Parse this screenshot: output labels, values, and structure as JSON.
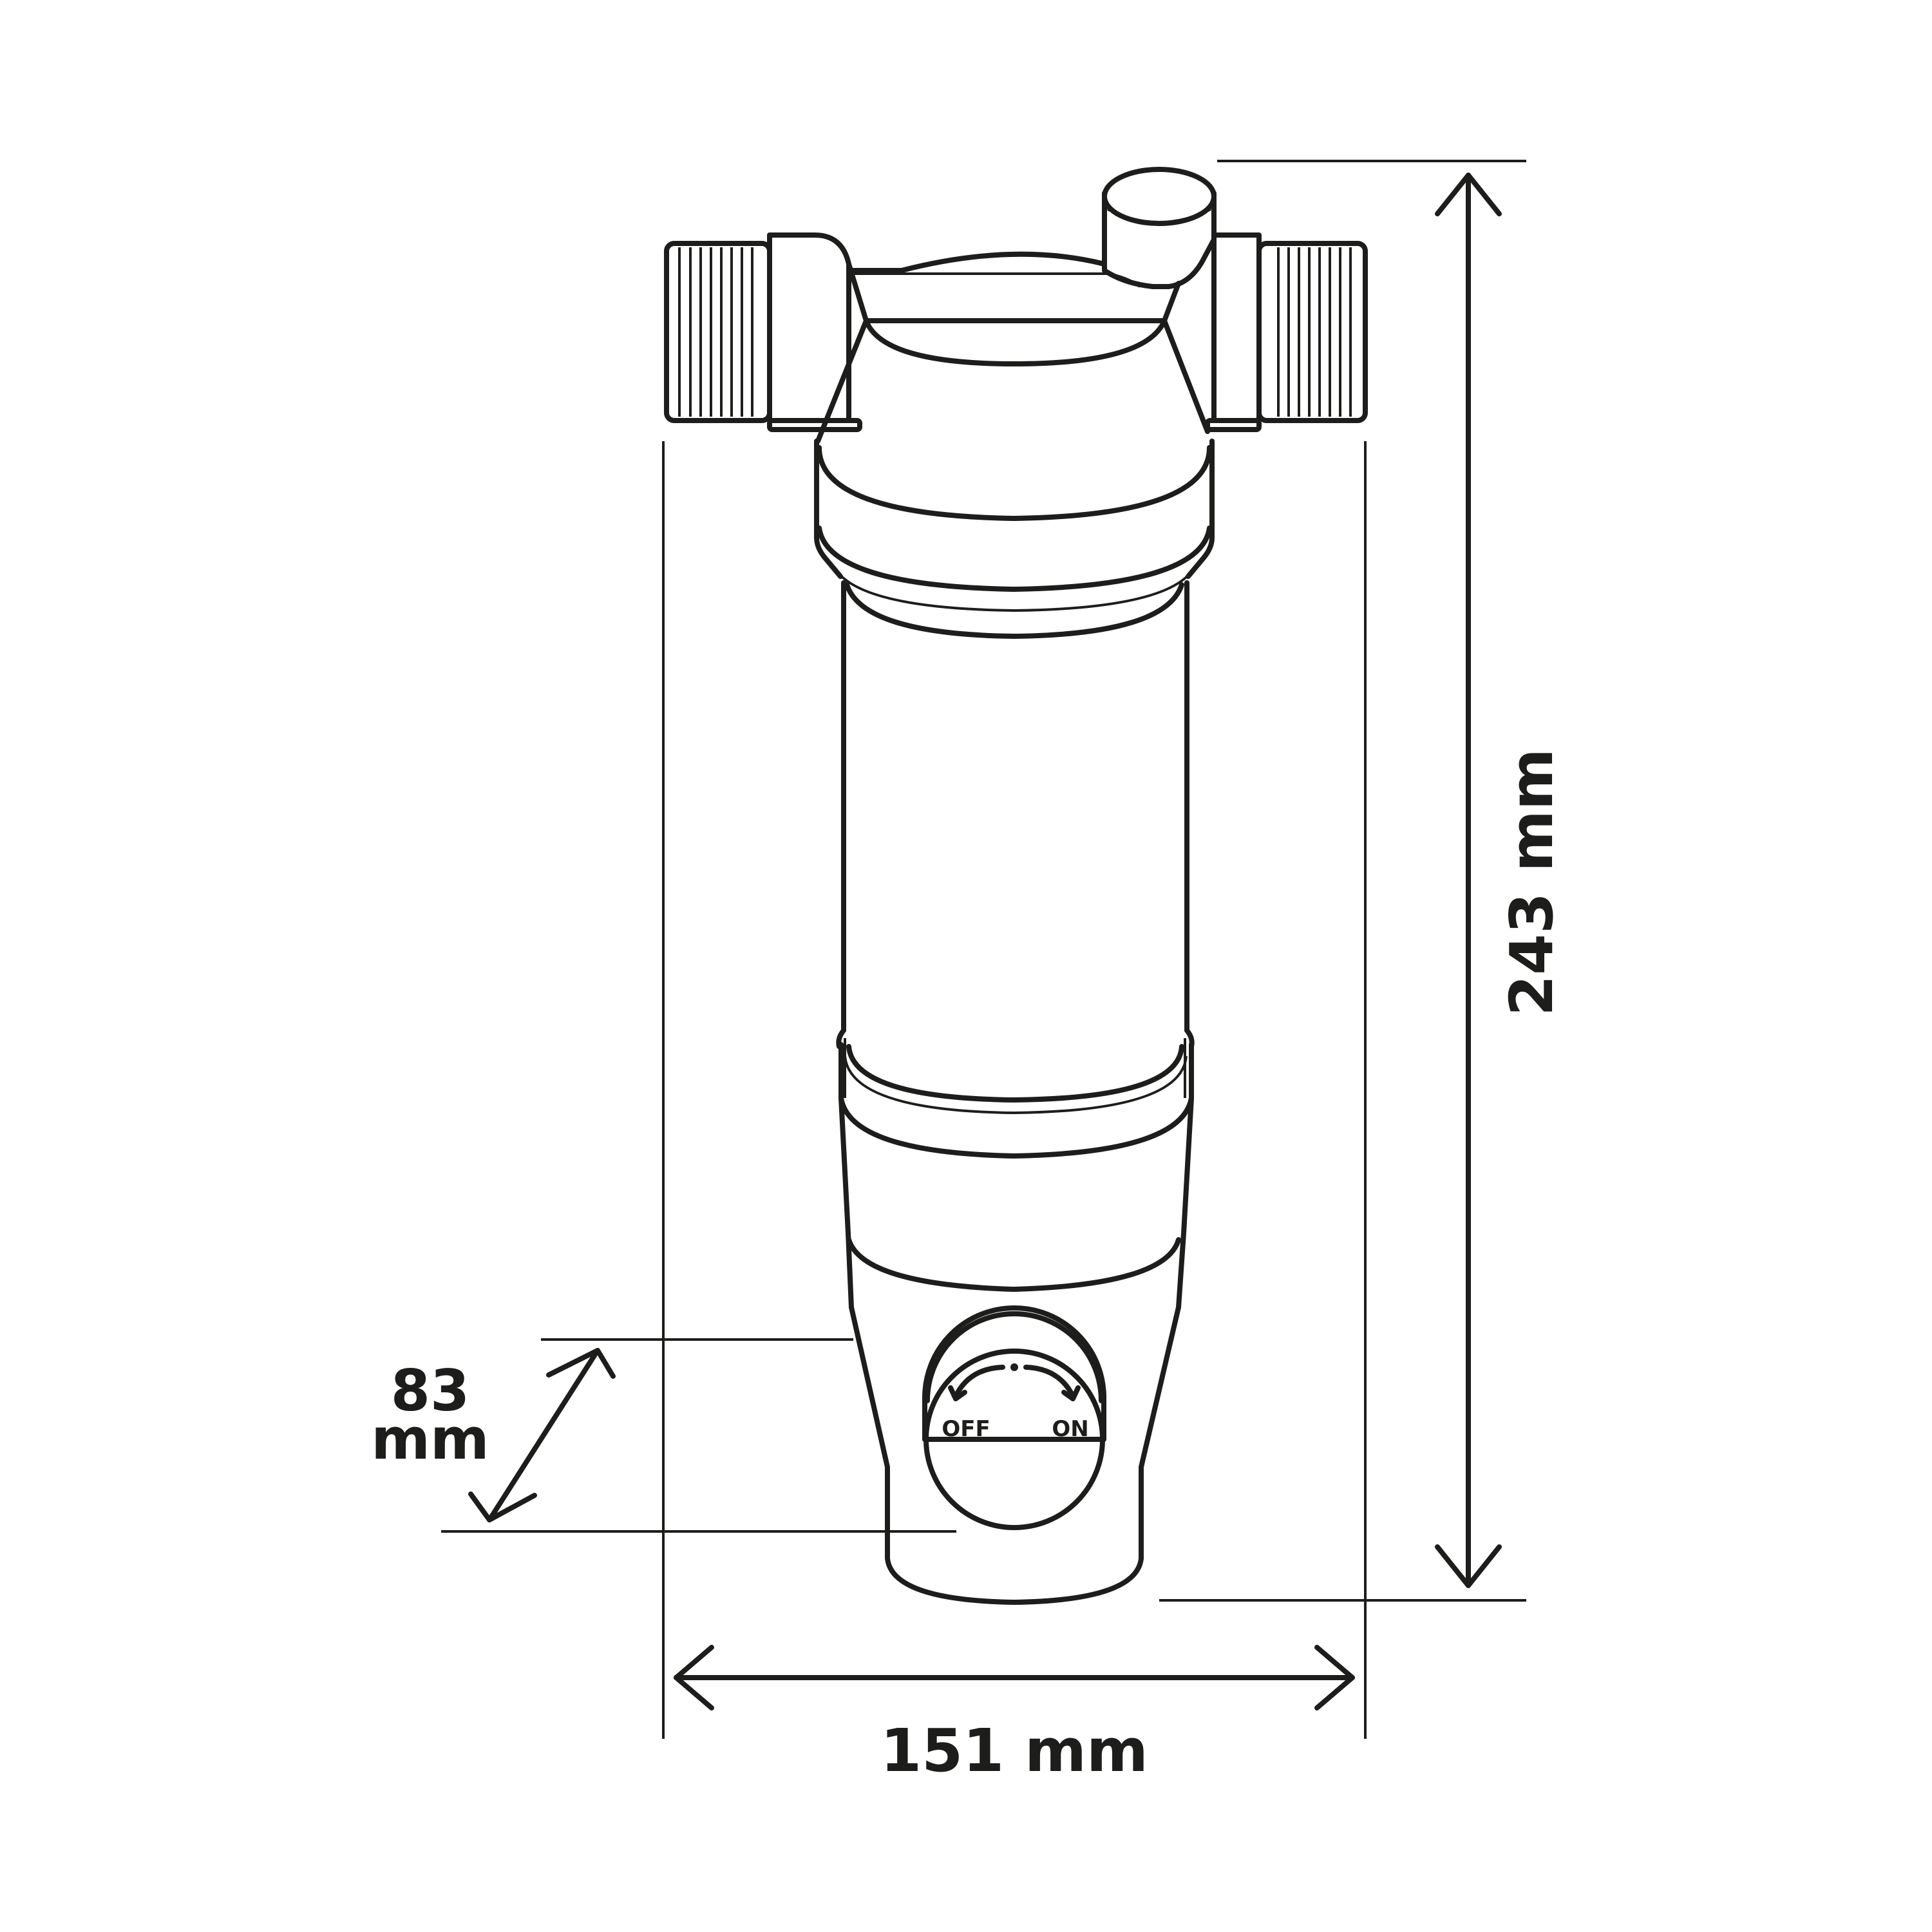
{
  "dimensions": {
    "height": {
      "value": "243",
      "unit": "mm"
    },
    "width": {
      "value": "151",
      "unit": "mm"
    },
    "depth": {
      "value": "83",
      "unit": "mm"
    }
  },
  "valve": {
    "off_label": "OFF",
    "on_label": "ON"
  },
  "colors": {
    "ink": "#1d1d1b",
    "background": "#ffffff"
  }
}
